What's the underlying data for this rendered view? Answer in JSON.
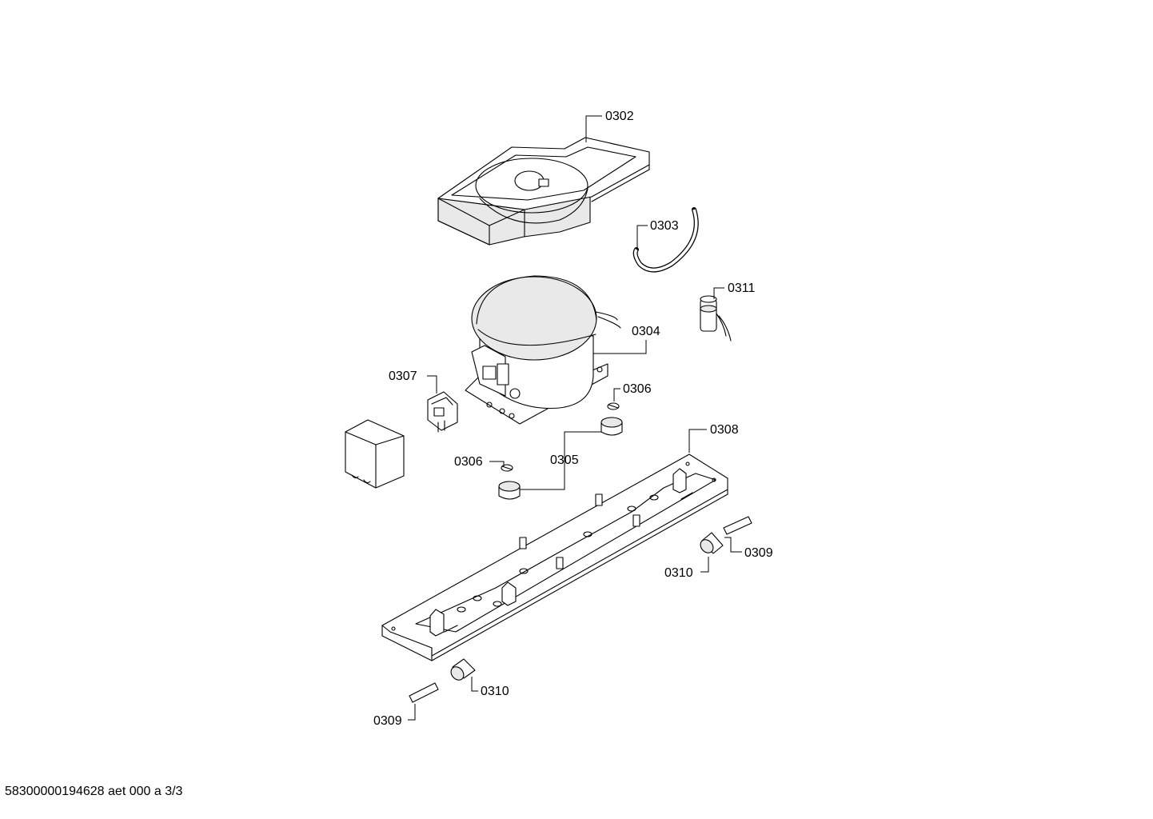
{
  "labels": {
    "l0302": "0302",
    "l0303": "0303",
    "l0304": "0304",
    "l0305": "0305",
    "l0306a": "0306",
    "l0306b": "0306",
    "l0307": "0307",
    "l0308": "0308",
    "l0309a": "0309",
    "l0309b": "0309",
    "l0310a": "0310",
    "l0310b": "0310",
    "l0311": "0311"
  },
  "footer": "58300000194628 aet 000 a 3/3"
}
